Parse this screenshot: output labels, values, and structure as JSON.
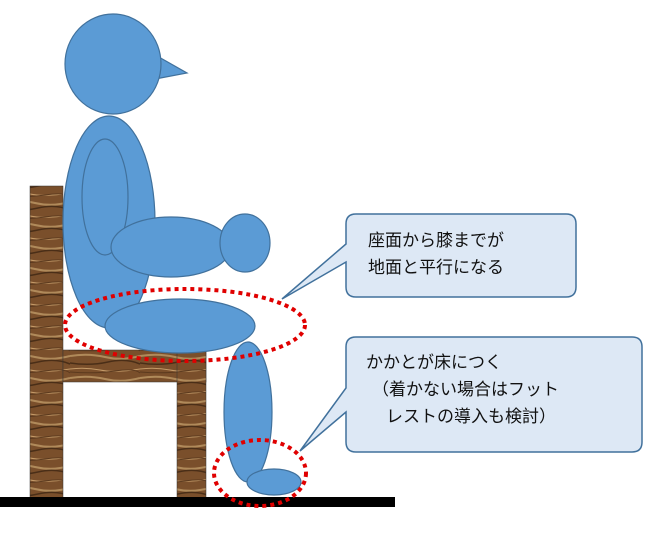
{
  "colors": {
    "body": "#5b9bd5",
    "body_outline": "#41719c",
    "wood_base": "#7a4f2b",
    "wood_light": "#b08a5a",
    "wood_dark": "#4a2e17",
    "floor": "#000000",
    "callout_fill": "#dde8f5",
    "callout_border": "#41719c",
    "highlight": "#e00000"
  },
  "callouts": {
    "seat": {
      "lines": [
        "座面から膝までが",
        "地面と平行になる"
      ]
    },
    "heel": {
      "lines": [
        "かかとが床につく",
        "（着かない場合はフット",
        "レストの導入も検討）"
      ]
    }
  }
}
